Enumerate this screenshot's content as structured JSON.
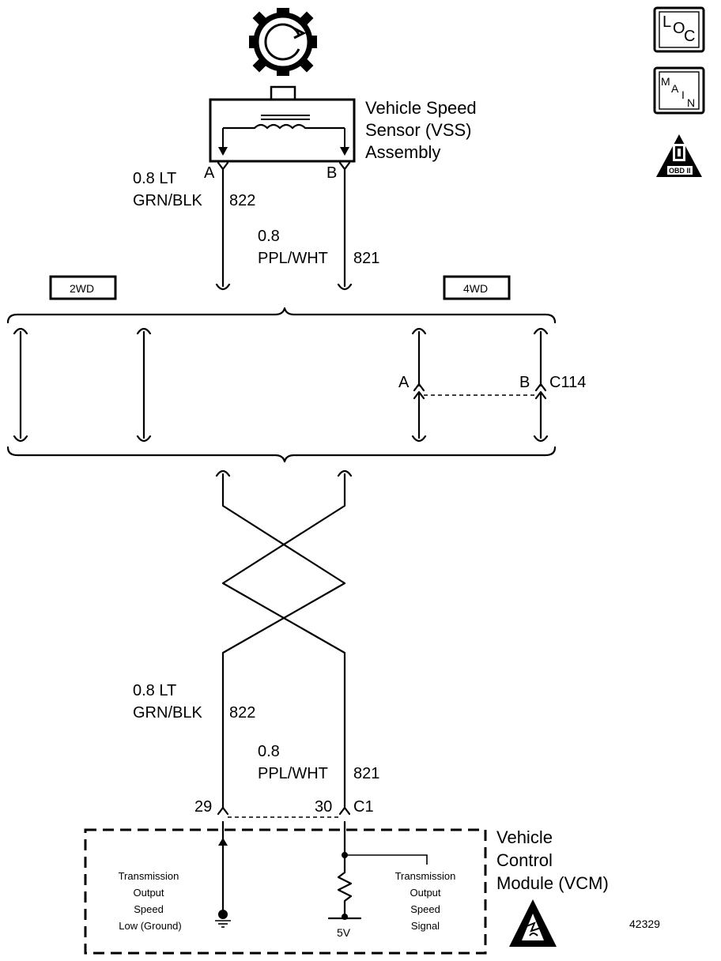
{
  "icons": {
    "loc": {
      "l": "L",
      "o": "O",
      "c": "C"
    },
    "main": {
      "m": "M",
      "a": "A",
      "i": "I",
      "n": "N"
    },
    "obd": {
      "label": "OBD II"
    }
  },
  "vss": {
    "title_line1": "Vehicle Speed",
    "title_line2": "Sensor (VSS)",
    "title_line3": "Assembly",
    "pin_a": "A",
    "pin_b": "B"
  },
  "wire_822": {
    "gauge": "0.8 LT",
    "color": "GRN/BLK",
    "circuit": "822"
  },
  "wire_821": {
    "gauge": "0.8",
    "color": "PPL/WHT",
    "circuit": "821"
  },
  "drive_labels": {
    "two_wd": "2WD",
    "four_wd": "4WD"
  },
  "c114": {
    "pin_a": "A",
    "pin_b": "B",
    "name": "C114"
  },
  "vcm": {
    "pin_29": "29",
    "pin_30": "30",
    "connector": "C1",
    "title_line1": "Vehicle",
    "title_line2": "Control",
    "title_line3": "Module (VCM)",
    "low_label": [
      "Transmission",
      "Output",
      "Speed",
      "Low (Ground)"
    ],
    "signal_label": [
      "Transmission",
      "Output",
      "Speed",
      "Signal"
    ],
    "supply": "5V"
  },
  "figure_number": "42329"
}
